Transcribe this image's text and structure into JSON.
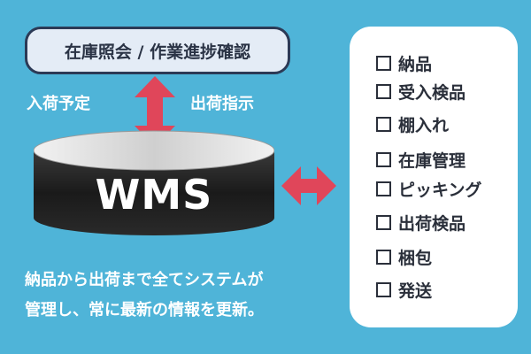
{
  "diagram": {
    "top_box": {
      "label": "在庫照会 / 作業進捗確認"
    },
    "flow_labels": {
      "inbound": "入荷予定",
      "outbound": "出荷指示"
    },
    "system": {
      "label": "WMS"
    },
    "description": {
      "line1": "納品から出荷まで全てシステムが",
      "line2": "管理し、常に最新の情報を更新。"
    },
    "checklist": [
      {
        "label": "納品"
      },
      {
        "label": "受入検品"
      },
      {
        "label": "棚入れ"
      },
      {
        "label": "在庫管理"
      },
      {
        "label": "ピッキング"
      },
      {
        "label": "出荷検品"
      },
      {
        "label": "梱包"
      },
      {
        "label": "発送"
      }
    ]
  },
  "colors": {
    "background": "#4fb4d8",
    "arrow": "#e0465a",
    "cylinder_dark": "#1f1f1f",
    "pill_fill": "#e4ecf6",
    "pill_border": "#2c3a56",
    "panel": "#ffffff",
    "text_dark": "#2a2f3a"
  }
}
